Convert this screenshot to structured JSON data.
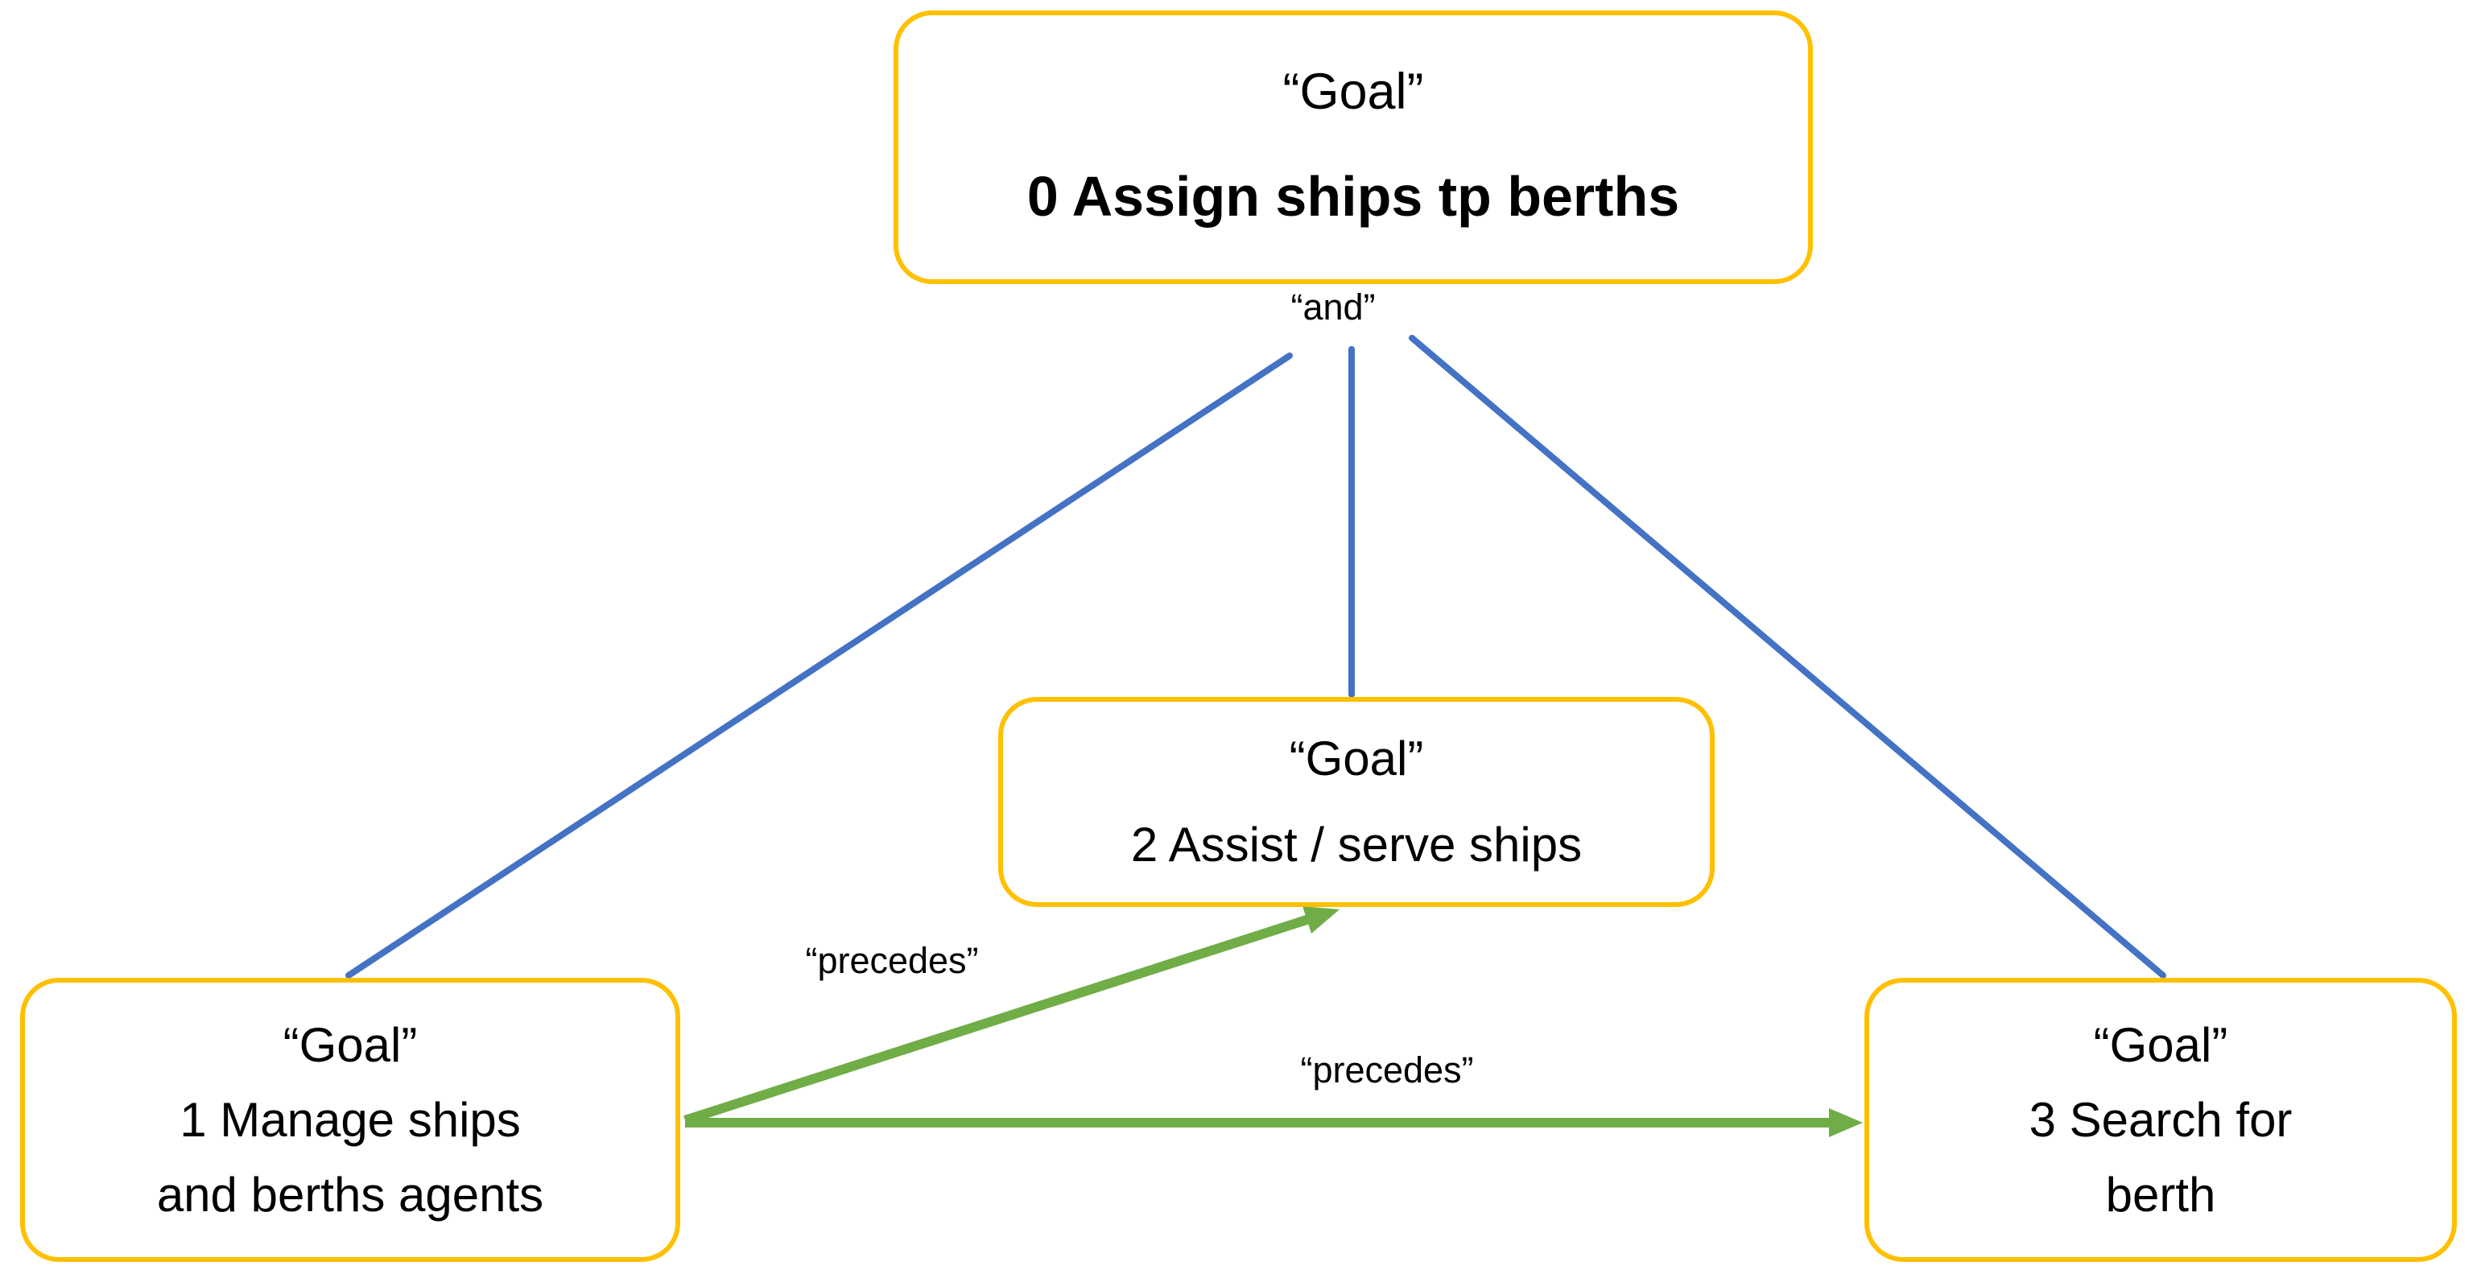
{
  "diagram": {
    "kind": "goal-decomposition-diagram",
    "colors": {
      "node_border": "#FFC000",
      "and_edge": "#4472C4",
      "precedes_edge": "#70AD47",
      "text": "#000000",
      "canvas_bg": "#FFFFFF"
    },
    "nodes": [
      {
        "id": "0",
        "type_label": "“Goal”",
        "name": "0 Assign ships tp berths",
        "lines": [
          "“Goal”",
          "0 Assign ships tp berths"
        ]
      },
      {
        "id": "1",
        "type_label": "“Goal”",
        "name": "1 Manage ships and berths agents",
        "lines": [
          "“Goal”",
          "1 Manage ships",
          "and berths agents"
        ]
      },
      {
        "id": "2",
        "type_label": "“Goal”",
        "name": "2 Assist / serve ships",
        "lines": [
          "“Goal”",
          "2 Assist / serve ships"
        ]
      },
      {
        "id": "3",
        "type_label": "“Goal”",
        "name": "3 Search for berth",
        "lines": [
          "“Goal”",
          "3 Search for",
          "berth"
        ]
      }
    ],
    "edges": [
      {
        "from": "0",
        "to": "1",
        "type": "and",
        "label": "“and”"
      },
      {
        "from": "0",
        "to": "2",
        "type": "and",
        "label": ""
      },
      {
        "from": "0",
        "to": "3",
        "type": "and",
        "label": ""
      },
      {
        "from": "1",
        "to": "2",
        "type": "precedes",
        "label": "“precedes”"
      },
      {
        "from": "1",
        "to": "3",
        "type": "precedes",
        "label": "“precedes”"
      }
    ]
  }
}
